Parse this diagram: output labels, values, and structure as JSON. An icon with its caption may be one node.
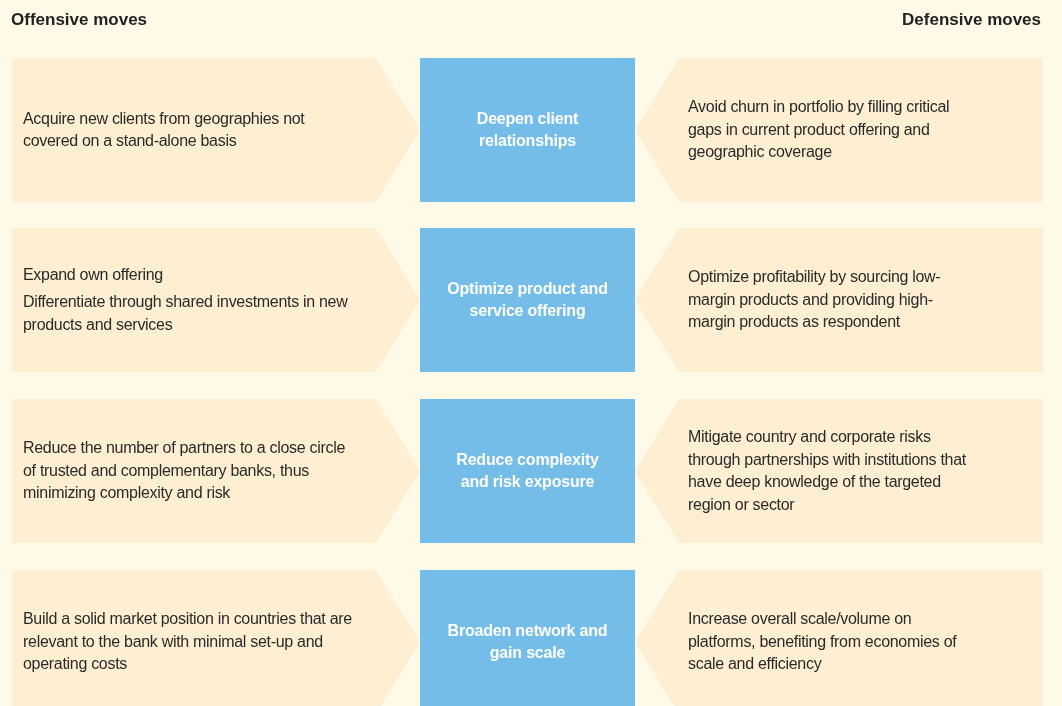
{
  "diagram": {
    "nodes": [
      {
        "text": [
          "Acquire new clients from geographies not covered on a stand-alone basis"
        ]
      },
      {
        "text": [
          "Deepen client relationships"
        ]
      },
      {
        "text": [
          "Avoid churn in portfolio by filling critical gaps in current product offering and geographic coverage"
        ]
      },
      {
        "text": [
          "Expand own offering",
          "Differentiate through shared investments in new products and services"
        ]
      },
      {
        "text": [
          "Optimize product and service offering"
        ]
      },
      {
        "text": [
          "Optimize profitability by sourcing low-margin products and providing high-margin products as respondent"
        ]
      },
      {
        "text": [
          "Reduce the number of partners to a close circle of trusted and complementary banks, thus minimizing complexity and risk"
        ]
      },
      {
        "text": [
          "Reduce complexity and risk exposure"
        ]
      },
      {
        "text": [
          "Mitigate country and corporate risks through partnerships with institutions that have deep knowledge of the targeted region or sector"
        ]
      },
      {
        "text": [
          "Build a solid market position in countries that are relevant to the bank with minimal set-up and operating costs"
        ]
      },
      {
        "text": [
          "Broaden network and gain scale"
        ]
      },
      {
        "text": [
          "Increase overall scale/volume on platforms, benefiting from economies of scale and efficiency"
        ]
      }
    ],
    "labels": [
      "Offensive moves",
      "Defensive moves"
    ]
  }
}
